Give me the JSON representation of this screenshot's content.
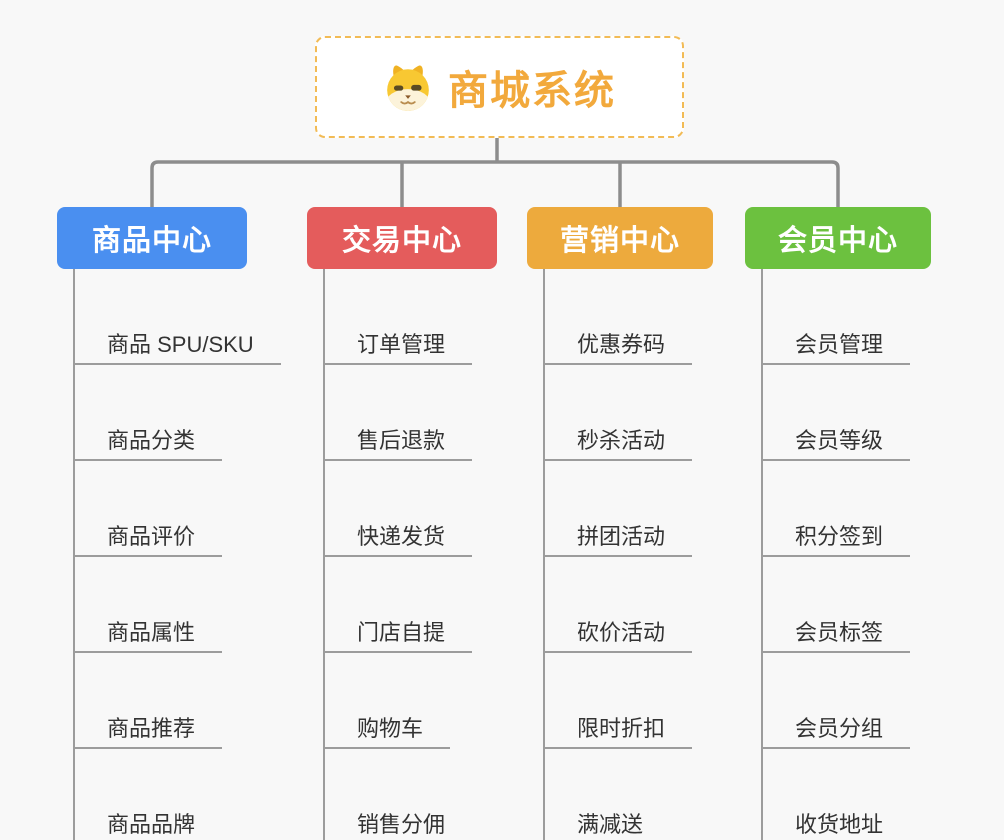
{
  "root": {
    "title": "商城系统",
    "icon": "dog-mascot-icon"
  },
  "branches": [
    {
      "label": "商品中心",
      "color": "#4a8ff0",
      "items": [
        "商品 SPU/SKU",
        "商品分类",
        "商品评价",
        "商品属性",
        "商品推荐",
        "商品品牌"
      ]
    },
    {
      "label": "交易中心",
      "color": "#e45c5c",
      "items": [
        "订单管理",
        "售后退款",
        "快递发货",
        "门店自提",
        "购物车",
        "销售分佣"
      ]
    },
    {
      "label": "营销中心",
      "color": "#edaa3d",
      "items": [
        "优惠券码",
        "秒杀活动",
        "拼团活动",
        "砍价活动",
        "限时折扣",
        "满减送"
      ]
    },
    {
      "label": "会员中心",
      "color": "#6cc13f",
      "items": [
        "会员管理",
        "会员等级",
        "积分签到",
        "会员标签",
        "会员分组",
        "收货地址"
      ]
    }
  ],
  "colors": {
    "root_text": "#f2a93c",
    "root_border": "#f2bb55",
    "connector": "#8d8d8d",
    "item_line": "#9c9c9c",
    "item_text": "#333333",
    "canvas_bg": "#f8f8f8"
  }
}
